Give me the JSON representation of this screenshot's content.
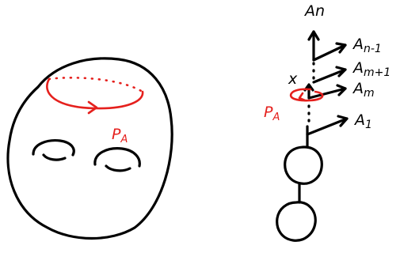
{
  "colors": {
    "ink": "#000000",
    "accent": "#e5201d",
    "background": "#ffffff"
  },
  "left_figure": {
    "loop_label": "P",
    "loop_label_sub": "A"
  },
  "right_figure": {
    "top_label": "An",
    "labels": {
      "a_n_minus_1": {
        "main": "A",
        "sub": "n-1"
      },
      "a_m_plus_1": {
        "main": "A",
        "sub": "m+1"
      },
      "a_m": {
        "main": "A",
        "sub": "m"
      },
      "a_1": {
        "main": "A",
        "sub": "1"
      }
    },
    "cross_label": "x",
    "loop_label": "P",
    "loop_label_sub": "A"
  }
}
